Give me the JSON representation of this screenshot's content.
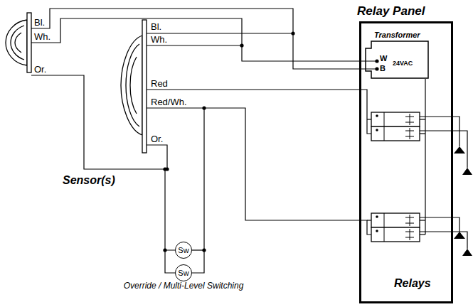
{
  "diagram": {
    "nodes": [
      {
        "text": [
          "Relay Panel",
          "Relays"
        ]
      },
      {
        "text": [
          "Transformer",
          "W",
          "B",
          "24VAC"
        ],
        "in": 0
      },
      {
        "text": [
          "Sw"
        ]
      },
      {
        "text": [
          "Sw"
        ]
      }
    ],
    "edges": [
      {
        "from": 2,
        "to": 3,
        "arrow": "none"
      }
    ],
    "labels": [
      "Bl.",
      "Wh.",
      "Or.",
      "Bl.",
      "Wh.",
      "Red",
      "Red/Wh.",
      "Or.",
      "Sensor(s)",
      "Override / Multi-Level Switching"
    ]
  }
}
